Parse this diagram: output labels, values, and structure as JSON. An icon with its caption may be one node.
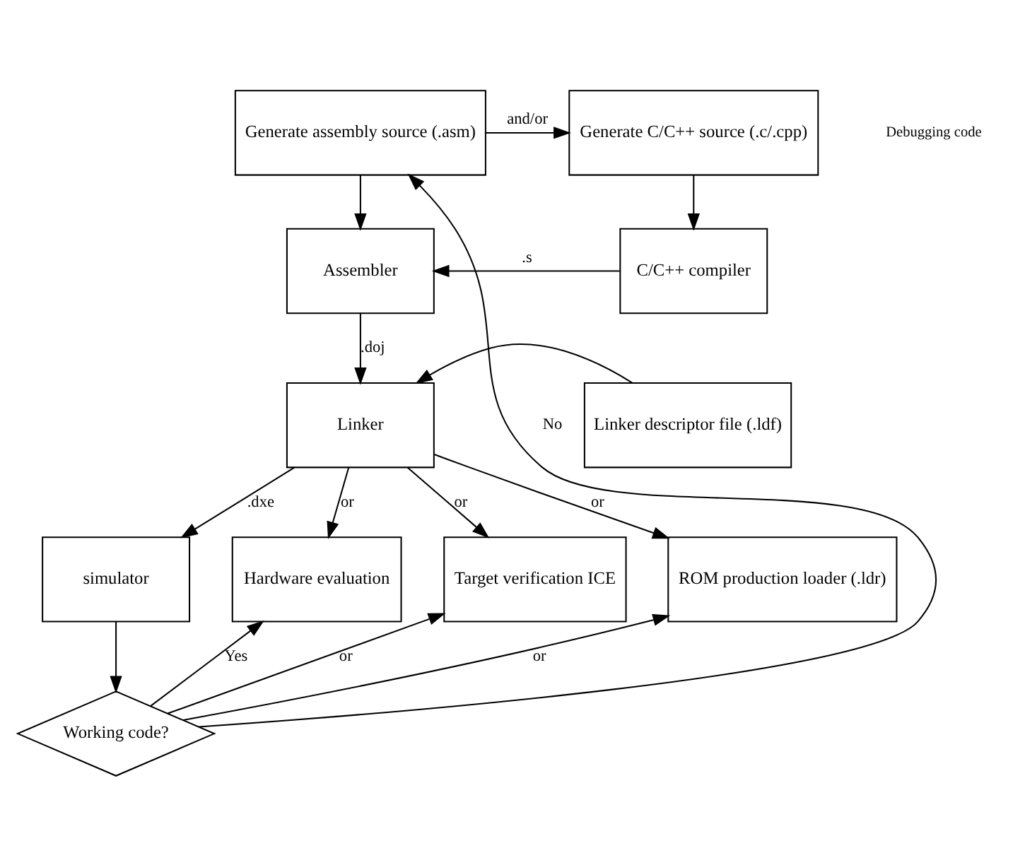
{
  "diagram": {
    "nodes": [
      {
        "text": [
          "Generate assembly source (.asm)"
        ]
      },
      {
        "text": [
          "Generate C/C++ source (.c/.cpp)"
        ]
      },
      {
        "text": [
          "Assembler"
        ]
      },
      {
        "text": [
          "C/C++ compiler"
        ]
      },
      {
        "text": [
          "Linker"
        ]
      },
      {
        "text": [
          "Linker descriptor file (.ldf)"
        ]
      },
      {
        "text": [
          "simulator"
        ]
      },
      {
        "text": [
          "Hardware evaluation"
        ]
      },
      {
        "text": [
          "Target verification ICE"
        ]
      },
      {
        "text": [
          "ROM production loader (.ldr)"
        ]
      },
      {
        "text": [
          "Working code?"
        ]
      }
    ],
    "edges": [
      {
        "from": 0,
        "to": 1,
        "arrow": "to",
        "label": "and/or"
      },
      {
        "from": 0,
        "to": 2,
        "arrow": "to"
      },
      {
        "from": 1,
        "to": 3,
        "arrow": "to"
      },
      {
        "from": 3,
        "to": 2,
        "arrow": "to",
        "label": ".s"
      },
      {
        "from": 2,
        "to": 4,
        "arrow": "to",
        "label": ".doj"
      },
      {
        "from": 5,
        "to": 4,
        "arrow": "to"
      },
      {
        "from": 4,
        "to": 6,
        "arrow": "to",
        "label": ".dxe"
      },
      {
        "from": 4,
        "to": 7,
        "arrow": "to",
        "label": "or"
      },
      {
        "from": 4,
        "to": 8,
        "arrow": "to",
        "label": "or"
      },
      {
        "from": 4,
        "to": 9,
        "arrow": "to",
        "label": "or"
      },
      {
        "from": 6,
        "to": 10,
        "arrow": "to"
      },
      {
        "from": 10,
        "to": 0,
        "arrow": "to",
        "label": "No"
      },
      {
        "from": 10,
        "to": 7,
        "arrow": "to",
        "label": "Yes"
      },
      {
        "from": 10,
        "to": 8,
        "arrow": "to",
        "label": "or"
      },
      {
        "from": 10,
        "to": 9,
        "arrow": "to",
        "label": "or"
      }
    ],
    "labels": [
      "Debugging code"
    ]
  }
}
